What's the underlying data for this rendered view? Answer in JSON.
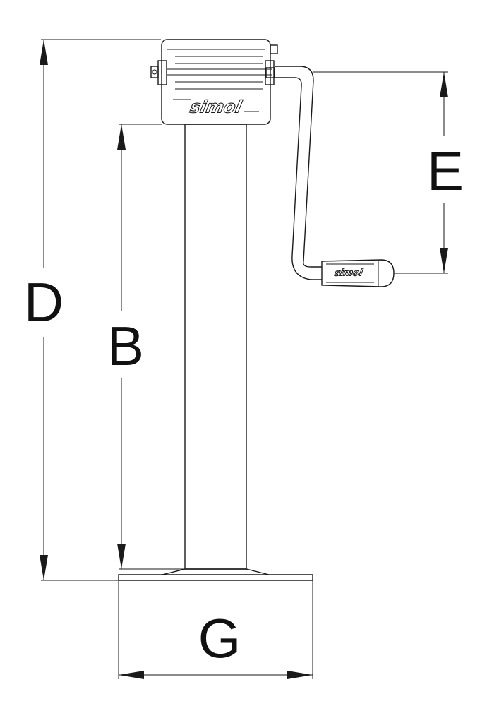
{
  "dimensions": {
    "d_label": "D",
    "b_label": "B",
    "e_label": "E",
    "g_label": "G"
  },
  "branding": {
    "head_logo": "simol",
    "handle_logo": "simol"
  },
  "colors": {
    "line": "#1a1a1a",
    "background": "#ffffff"
  }
}
